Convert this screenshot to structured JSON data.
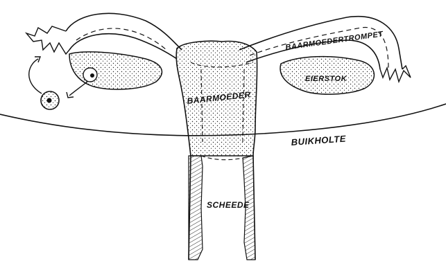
{
  "labels": {
    "fallopian_tube": "BAARMOEDERTROMPET",
    "ovary": "EIERSTOK",
    "uterus": "BAARMOEDER",
    "abdominal_cavity": "BUIKHOLTE",
    "vagina": "SCHEEDE"
  },
  "colors": {
    "ink": "#111111",
    "paper": "#ffffff"
  }
}
